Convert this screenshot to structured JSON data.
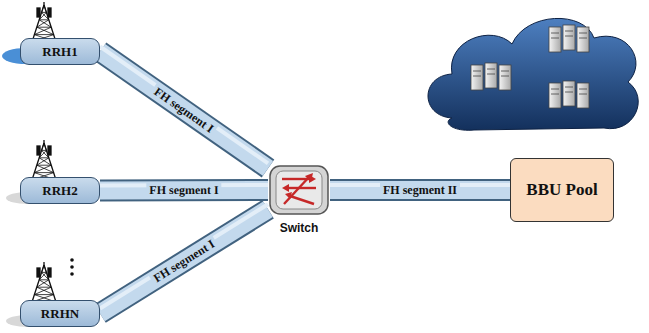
{
  "diagram": {
    "nodes": [
      {
        "text": [
          "RRH1"
        ]
      },
      {
        "text": [
          "RRH2"
        ]
      },
      {
        "text": [
          "RRHN"
        ]
      },
      {
        "text": [
          "Switch"
        ]
      },
      {
        "text": [
          "BBU Pool"
        ]
      }
    ],
    "edges": [
      {
        "from": 0,
        "to": 3,
        "label": "FH segment I",
        "arrow": "none"
      },
      {
        "from": 1,
        "to": 3,
        "label": "FH segment I",
        "arrow": "none"
      },
      {
        "from": 2,
        "to": 3,
        "label": "FH segment I",
        "arrow": "none"
      },
      {
        "from": 3,
        "to": 4,
        "label": "FH segment II",
        "arrow": "none"
      }
    ]
  }
}
